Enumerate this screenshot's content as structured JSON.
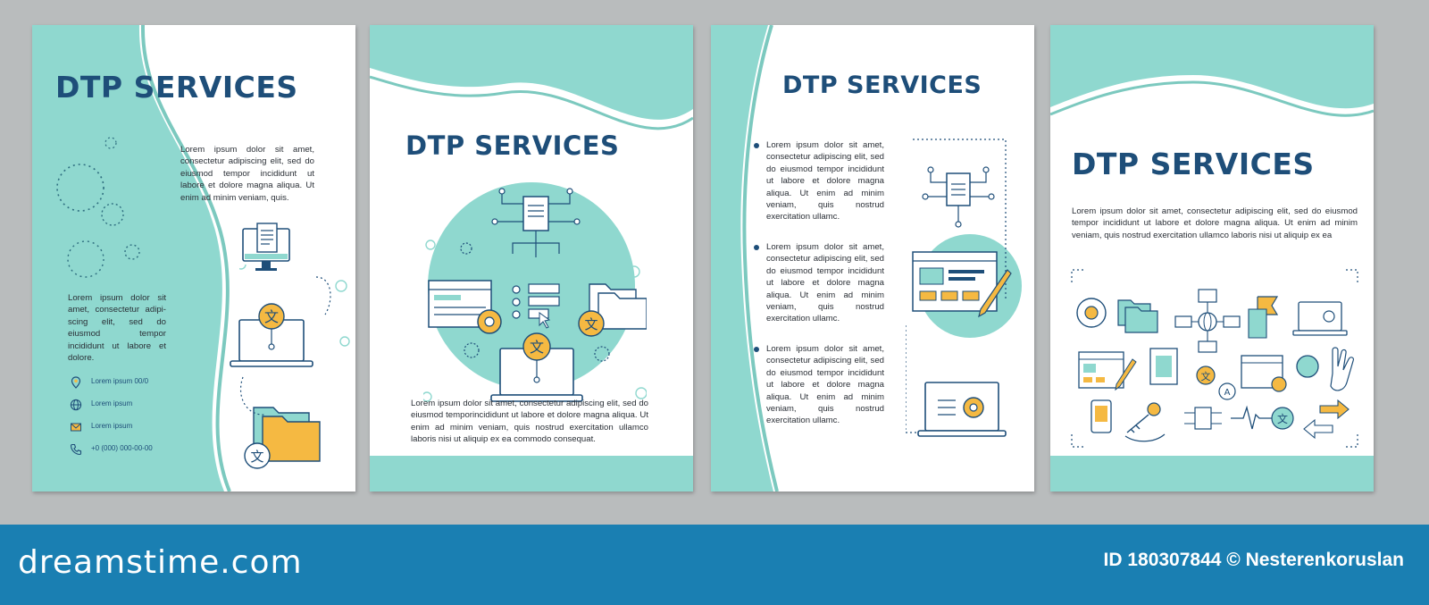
{
  "brochure": {
    "title": "DTP SERVICES",
    "accent_color": "#8fd8cf",
    "title_color": "#1e4e79",
    "icon_accent": "#f5b942"
  },
  "page1": {
    "title": "DTP SERVICES",
    "paragraph1": "Lorem ipsum dolor sit amet, consectetur adipiscing elit, sed do eiusmod tempor incididunt ut labore et dolore magna aliqua. Ut enim ad minim veniam, quis.",
    "paragraph2": "Lorem ipsum dolor sit amet, consectetur adipi-scing elit, sed do eiusmod tempor incididunt ut labore et dolore.",
    "contacts": [
      {
        "icon": "location-pin-icon",
        "label": "Lorem ipsum 00/0"
      },
      {
        "icon": "globe-icon",
        "label": "Lorem ipsum"
      },
      {
        "icon": "envelope-icon",
        "label": "Lorem ipsum"
      },
      {
        "icon": "phone-icon",
        "label": "+0 (000) 000-00-00"
      }
    ]
  },
  "page2": {
    "title": "DTP SERVICES",
    "paragraph": "Lorem ipsum dolor sit amet, consectetur adipiscing elit, sed do eiusmod temporincididunt ut labore et dolore magna aliqua. Ut enim ad minim veniam, quis nostrud exercitation ullamco laboris nisi ut aliquip ex ea commodo consequat."
  },
  "page3": {
    "title": "DTP SERVICES",
    "bullets": [
      "Lorem ipsum dolor sit amet, consectetur adipiscing elit, sed do eiusmod tempor incididunt ut labore et dolore magna aliqua. Ut enim ad minim veniam, quis nostrud exercitation ullamc.",
      "Lorem ipsum dolor sit amet, consectetur adipiscing elit, sed do eiusmod tempor incididunt ut labore et dolore magna aliqua. Ut enim ad minim veniam, quis nostrud exercitation ullamc.",
      "Lorem ipsum dolor sit amet, consectetur adipiscing elit, sed do eiusmod tempor incididunt ut labore et dolore magna aliqua. Ut enim ad minim veniam, quis nostrud exercitation ullamc."
    ]
  },
  "page4": {
    "title": "DTP SERVICES",
    "paragraph": "Lorem ipsum dolor sit amet, consectetur adipiscing elit, sed do eiusmod tempor incididunt ut labore et dolore magna aliqua. Ut enim ad minim veniam, quis nostrud exercitation ullamco laboris nisi ut aliquip ex ea"
  },
  "footer": {
    "brand": "dreamstime.com",
    "stock_id": "ID 180307844 © Nesterenkoruslan",
    "bar_color": "#1a7fb2"
  }
}
